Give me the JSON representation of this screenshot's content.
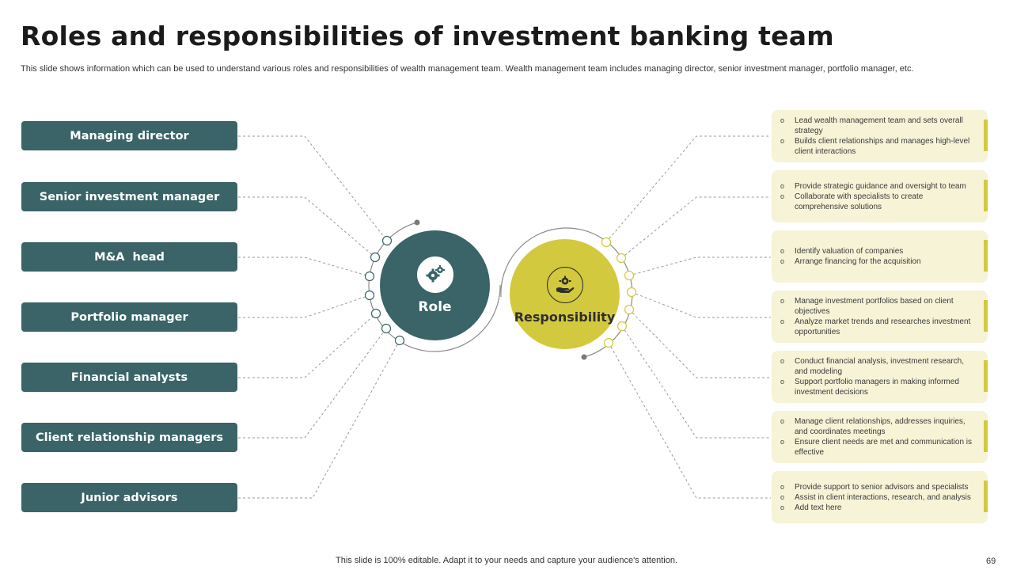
{
  "title": "Roles and responsibilities of investment banking team",
  "subtitle": "This slide shows information which can be used to understand various roles and responsibilities of wealth management team. Wealth management team includes managing director, senior investment manager, portfolio manager, etc.",
  "center": {
    "role_label": "Role",
    "responsibility_label": "Responsibility",
    "role_icon": "gears-icon",
    "responsibility_icon": "hand-gear-icon"
  },
  "roles": [
    {
      "label": "Managing director"
    },
    {
      "label": "Senior investment manager"
    },
    {
      "label": "M&A  head"
    },
    {
      "label": "Portfolio manager"
    },
    {
      "label": "Financial analysts"
    },
    {
      "label": "Client relationship managers"
    },
    {
      "label": "Junior advisors"
    }
  ],
  "responsibilities": [
    {
      "items": [
        "Lead wealth management team and sets overall strategy",
        "Builds client relationships and manages high-level client interactions"
      ]
    },
    {
      "items": [
        "Provide strategic guidance and oversight to team",
        "Collaborate  with specialists to create comprehensive solutions"
      ]
    },
    {
      "items": [
        "Identify valuation of companies",
        "Arrange financing for the acquisition"
      ]
    },
    {
      "items": [
        "Manage investment portfolios based on client objectives",
        "Analyze market trends and researches investment opportunities"
      ]
    },
    {
      "items": [
        "Conduct financial analysis, investment research, and modeling",
        "Support portfolio managers in making informed investment decisions"
      ]
    },
    {
      "items": [
        "Manage client relationships, addresses inquiries, and coordinates meetings",
        "Ensure client needs are met and communication is effective"
      ]
    },
    {
      "items": [
        "Provide support to senior advisors and specialists",
        "Assist in client interactions, research, and analysis",
        "Add text here"
      ]
    }
  ],
  "footer": "This slide is 100% editable. Adapt it to your needs and capture your audience's attention.",
  "page_number": "69",
  "colors": {
    "teal": "#3a6467",
    "olive": "#d3c93e",
    "card_bg": "#f6f3d7"
  }
}
